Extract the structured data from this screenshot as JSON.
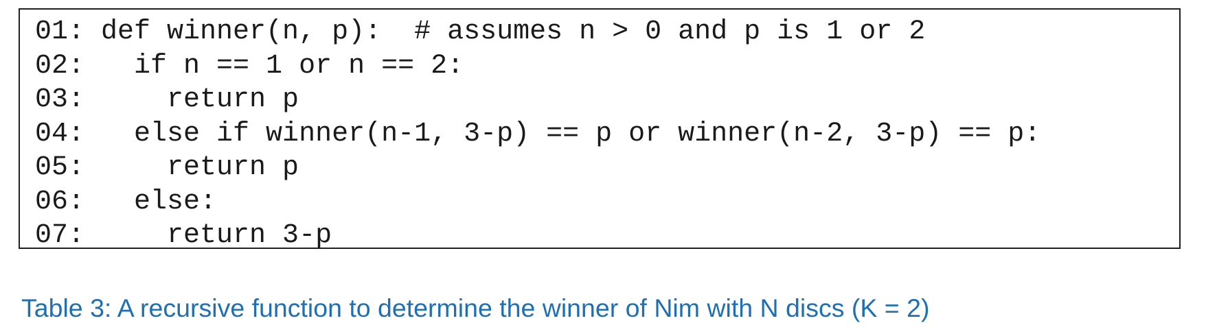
{
  "code": {
    "lines": [
      "01: def winner(n, p):  # assumes n > 0 and p is 1 or 2",
      "02:   if n == 1 or n == 2:",
      "03:     return p",
      "04:   else if winner(n-1, 3-p) == p or winner(n-2, 3-p) == p:",
      "05:     return p",
      "06:   else:",
      "07:     return 3-p"
    ]
  },
  "caption": {
    "text": "Table 3: A recursive function to determine the winner of Nim with N discs (K = 2)",
    "color": "#1f70b3"
  }
}
